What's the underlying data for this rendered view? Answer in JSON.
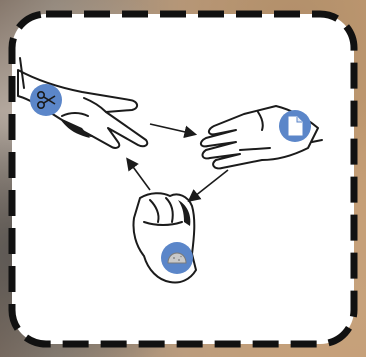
{
  "diagram": {
    "type": "cycle",
    "nodes": [
      {
        "id": "scissors",
        "hand": "two-fingers-scissors-hand",
        "badge_icon": "scissors-icon"
      },
      {
        "id": "paper",
        "hand": "open-palm-hand",
        "badge_icon": "paper-sheet-icon"
      },
      {
        "id": "rock",
        "hand": "closed-fist-hand",
        "badge_icon": "rock-icon"
      }
    ],
    "edges": [
      {
        "from": "scissors",
        "to": "paper"
      },
      {
        "from": "paper",
        "to": "rock"
      },
      {
        "from": "rock",
        "to": "scissors"
      }
    ]
  },
  "colors": {
    "badge": "#5b86c9",
    "ink": "#1b1b1b",
    "card": "#ffffff",
    "dash_border": "#111111"
  }
}
